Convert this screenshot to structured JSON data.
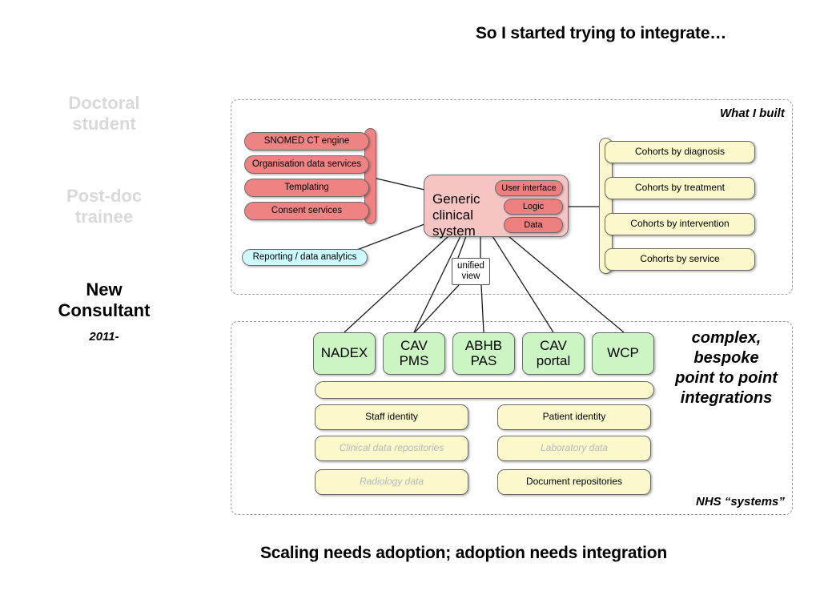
{
  "slide": {
    "title": "So I started trying to integrate…",
    "footer": "Scaling needs adoption; adoption needs integration"
  },
  "timeline": {
    "stages": [
      {
        "label": "Doctoral\nstudent",
        "state": "past"
      },
      {
        "label": "Post-doc\ntrainee",
        "state": "past"
      },
      {
        "label": "New\nConsultant",
        "state": "current",
        "year": "2011-"
      }
    ],
    "stage_1_line1": "Doctoral",
    "stage_1_line2": "student",
    "stage_2_line1": "Post-doc",
    "stage_2_line2": "trainee",
    "stage_3_line1": "New",
    "stage_3_line2": "Consultant",
    "stage_3_year": "2011-"
  },
  "built_panel": {
    "caption": "What I built",
    "services": [
      "SNOMED CT engine",
      "Organisation data services",
      "Templating",
      "Consent services"
    ],
    "analytics": "Reporting / data analytics",
    "system": {
      "title_line1": "Generic",
      "title_line2": "clinical",
      "title_line3": "system",
      "layers": [
        "User interface",
        "Logic",
        "Data"
      ]
    },
    "cohorts": [
      "Cohorts by diagnosis",
      "Cohorts by treatment",
      "Cohorts by intervention",
      "Cohorts by service"
    ]
  },
  "unified_view": {
    "line1": "unified",
    "line2": "view"
  },
  "nhs_panel": {
    "caption": "NHS “systems”",
    "side_note": "complex, bespoke point to point integrations",
    "side_note_lines": [
      "complex,",
      "bespoke",
      "point to point",
      "integrations"
    ],
    "systems": [
      "NADEX",
      "CAV PMS",
      "ABHB PAS",
      "CAV portal",
      "WCP"
    ],
    "system_lines": [
      [
        "NADEX"
      ],
      [
        "CAV",
        "PMS"
      ],
      [
        "ABHB",
        "PAS"
      ],
      [
        "CAV",
        "portal"
      ],
      [
        "WCP"
      ]
    ],
    "spanner_bar": "",
    "repositories_left": [
      {
        "label": "Staff identity",
        "dim": false
      },
      {
        "label": "Clinical data repositories",
        "dim": true
      },
      {
        "label": "Radiology data",
        "dim": true
      }
    ],
    "repositories_right": [
      {
        "label": "Patient identity",
        "dim": false
      },
      {
        "label": "Laboratory data",
        "dim": true
      },
      {
        "label": "Document repositories",
        "dim": false
      }
    ]
  },
  "colors": {
    "red": "#ef8282",
    "pink": "#f7c4c4",
    "chip_red": "#ee7f7f",
    "yellow": "#fbf8cc",
    "green": "#ccf5c4",
    "cyan": "#ccfaff",
    "ghost_text": "#d9d9d9",
    "dim_text": "#b8b8b8",
    "dashed_border": "#999999"
  }
}
